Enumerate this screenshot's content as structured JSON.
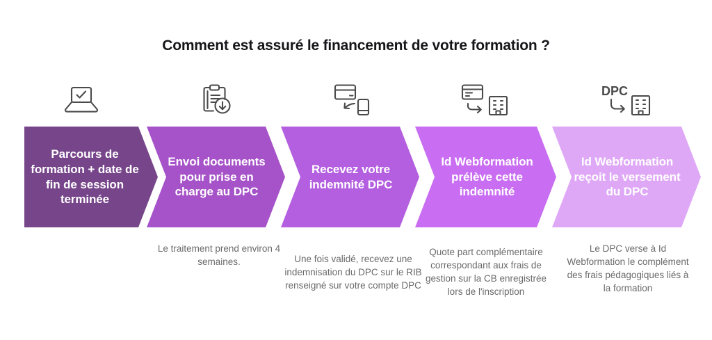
{
  "header": {
    "title": "Comment est assuré le financement de votre formation ?"
  },
  "colors": {
    "step1": "#76458a",
    "step2": "#a652c8",
    "step3": "#b45ee0",
    "step4": "#c96ef2",
    "step5": "#dfa8f7",
    "title_color": "#16161a",
    "caption_color": "#6a6a6a",
    "icon_color": "#4a4a4a",
    "chevron_text_color": "#ffffff",
    "background": "#ffffff"
  },
  "steps": [
    {
      "index": 1,
      "icon": "laptop-check-icon",
      "icon_label": "",
      "label": "Parcours de formation + date de fin de session terminée",
      "caption": ""
    },
    {
      "index": 2,
      "icon": "clipboard-download-icon",
      "icon_label": "",
      "label": "Envoi documents pour prise en charge au DPC",
      "caption": "Le traitement prend environ 4 semaines."
    },
    {
      "index": 3,
      "icon": "card-to-phone-icon",
      "icon_label": "",
      "label": "Recevez votre indemnité DPC",
      "caption": "Une fois validé, recevez une indemnisation du DPC sur le RIB renseigné sur votre compte DPC"
    },
    {
      "index": 4,
      "icon": "card-to-building-icon",
      "icon_label": "",
      "label": "Id Webformation prélève cette indemnité",
      "caption": "Quote part complémentaire correspondant aux frais de gestion sur la CB enregistrée lors de l'inscription"
    },
    {
      "index": 5,
      "icon": "dpc-to-building-icon",
      "icon_label": "DPC",
      "label": "Id Webformation reçoit le versement du DPC",
      "caption": "Le DPC verse à Id Webformation le complément des frais pédagogiques liés à la formation"
    }
  ]
}
